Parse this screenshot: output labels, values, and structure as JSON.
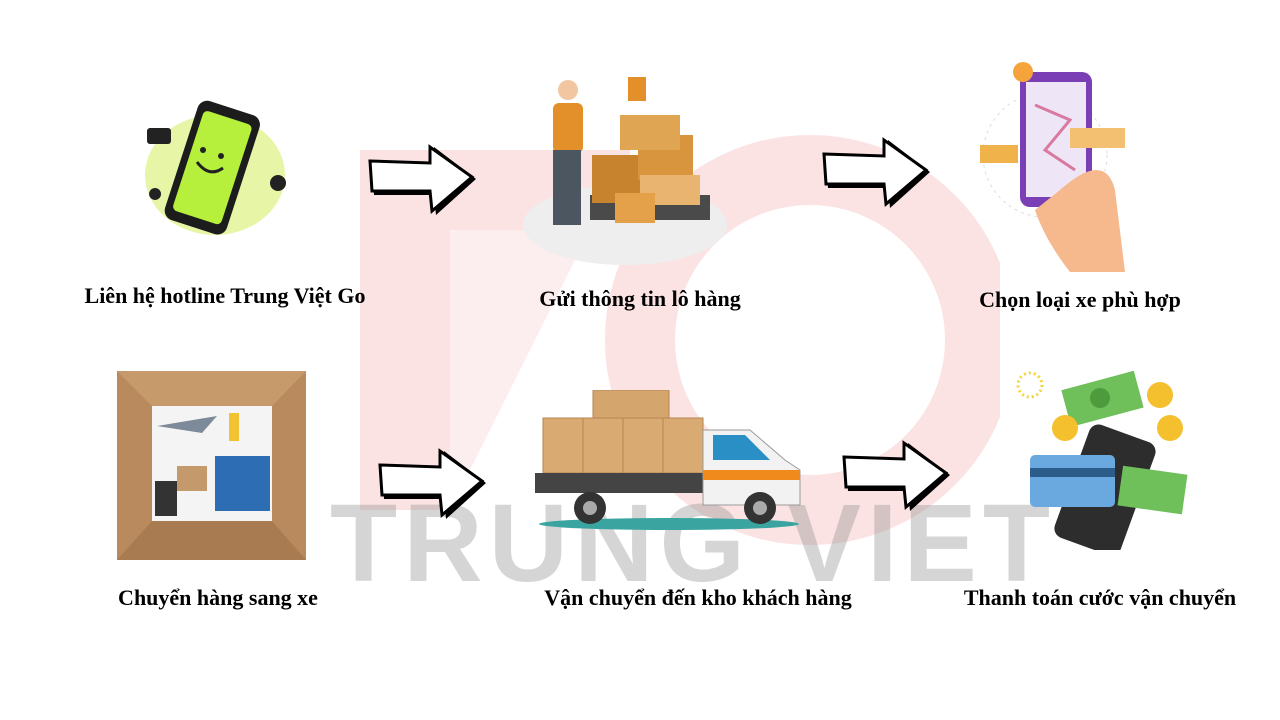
{
  "watermark": {
    "text": "TRUNG VIET"
  },
  "steps": [
    {
      "label": "Liên hệ hotline Trung Việt Go",
      "icon": "smartphone-icon"
    },
    {
      "label": "Gửi thông tin lô hàng",
      "icon": "worker-boxes-icon"
    },
    {
      "label": "Chọn  loại xe phù hợp",
      "icon": "phone-map-truck-icon"
    },
    {
      "label": "Chuyển hàng sang xe",
      "icon": "box-loading-icon"
    },
    {
      "label": "Vận chuyển đến kho khách hàng",
      "icon": "delivery-truck-icon"
    },
    {
      "label": "Thanh toán cước vận chuyển",
      "icon": "payment-icon"
    }
  ],
  "colors": {
    "watermark": "#e02020",
    "phone": "#b6f03c",
    "box": "#d9a25c"
  }
}
